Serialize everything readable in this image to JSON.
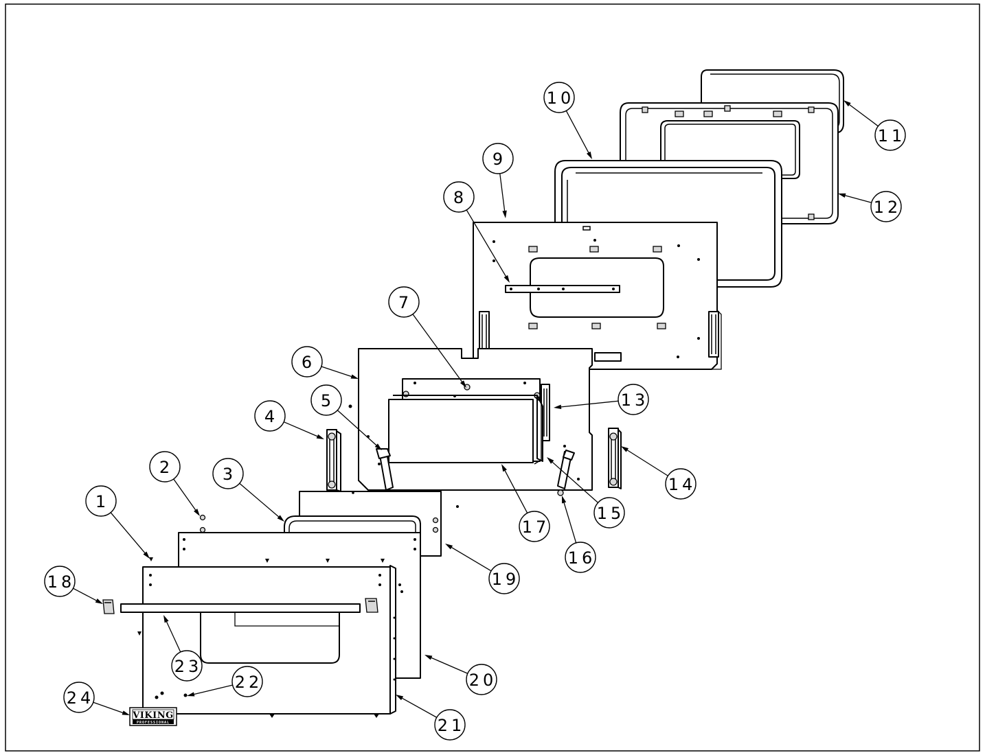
{
  "callouts": [
    {
      "label": "1"
    },
    {
      "label": "2"
    },
    {
      "label": "3"
    },
    {
      "label": "4"
    },
    {
      "label": "5"
    },
    {
      "label": "6"
    },
    {
      "label": "7"
    },
    {
      "label": "8"
    },
    {
      "label": "9"
    },
    {
      "label": "10"
    },
    {
      "label": "11"
    },
    {
      "label": "12"
    },
    {
      "label": "13"
    },
    {
      "label": "14"
    },
    {
      "label": "15"
    },
    {
      "label": "16"
    },
    {
      "label": "17"
    },
    {
      "label": "18"
    },
    {
      "label": "19"
    },
    {
      "label": "20"
    },
    {
      "label": "21"
    },
    {
      "label": "22"
    },
    {
      "label": "23"
    },
    {
      "label": "24"
    }
  ],
  "logo": {
    "brand": "VIKING",
    "sub": "PROFESSIONAL"
  }
}
